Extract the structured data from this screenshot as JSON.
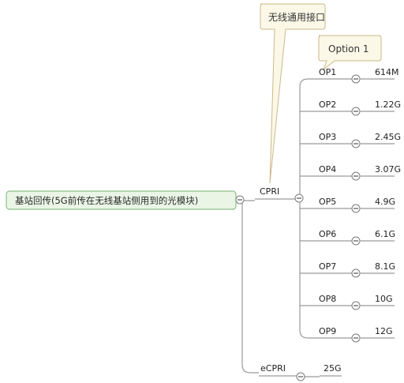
{
  "mindmap": {
    "root": {
      "label": "基站回传(5G前传在无线基站侧用到的光模块)"
    },
    "branches": [
      {
        "label": "CPRI",
        "callout": "无线通用接口",
        "children": [
          {
            "label": "OP1",
            "value": "614M",
            "callout": "Option 1"
          },
          {
            "label": "OP2",
            "value": "1.22G"
          },
          {
            "label": "OP3",
            "value": "2.45G"
          },
          {
            "label": "OP4",
            "value": "3.07G"
          },
          {
            "label": "OP5",
            "value": "4.9G"
          },
          {
            "label": "OP6",
            "value": "6.1G"
          },
          {
            "label": "OP7",
            "value": "8.1G"
          },
          {
            "label": "OP8",
            "value": "10G"
          },
          {
            "label": "OP9",
            "value": "12G"
          }
        ]
      },
      {
        "label": "eCPRI",
        "children": [
          {
            "label": "25G"
          }
        ]
      }
    ],
    "colors": {
      "root_fill": "#eaf5e6",
      "root_border": "#8cc18a",
      "line": "#9a9a9a",
      "callout_fill": "#fbf8e8",
      "callout_border": "#cdb98a"
    }
  }
}
